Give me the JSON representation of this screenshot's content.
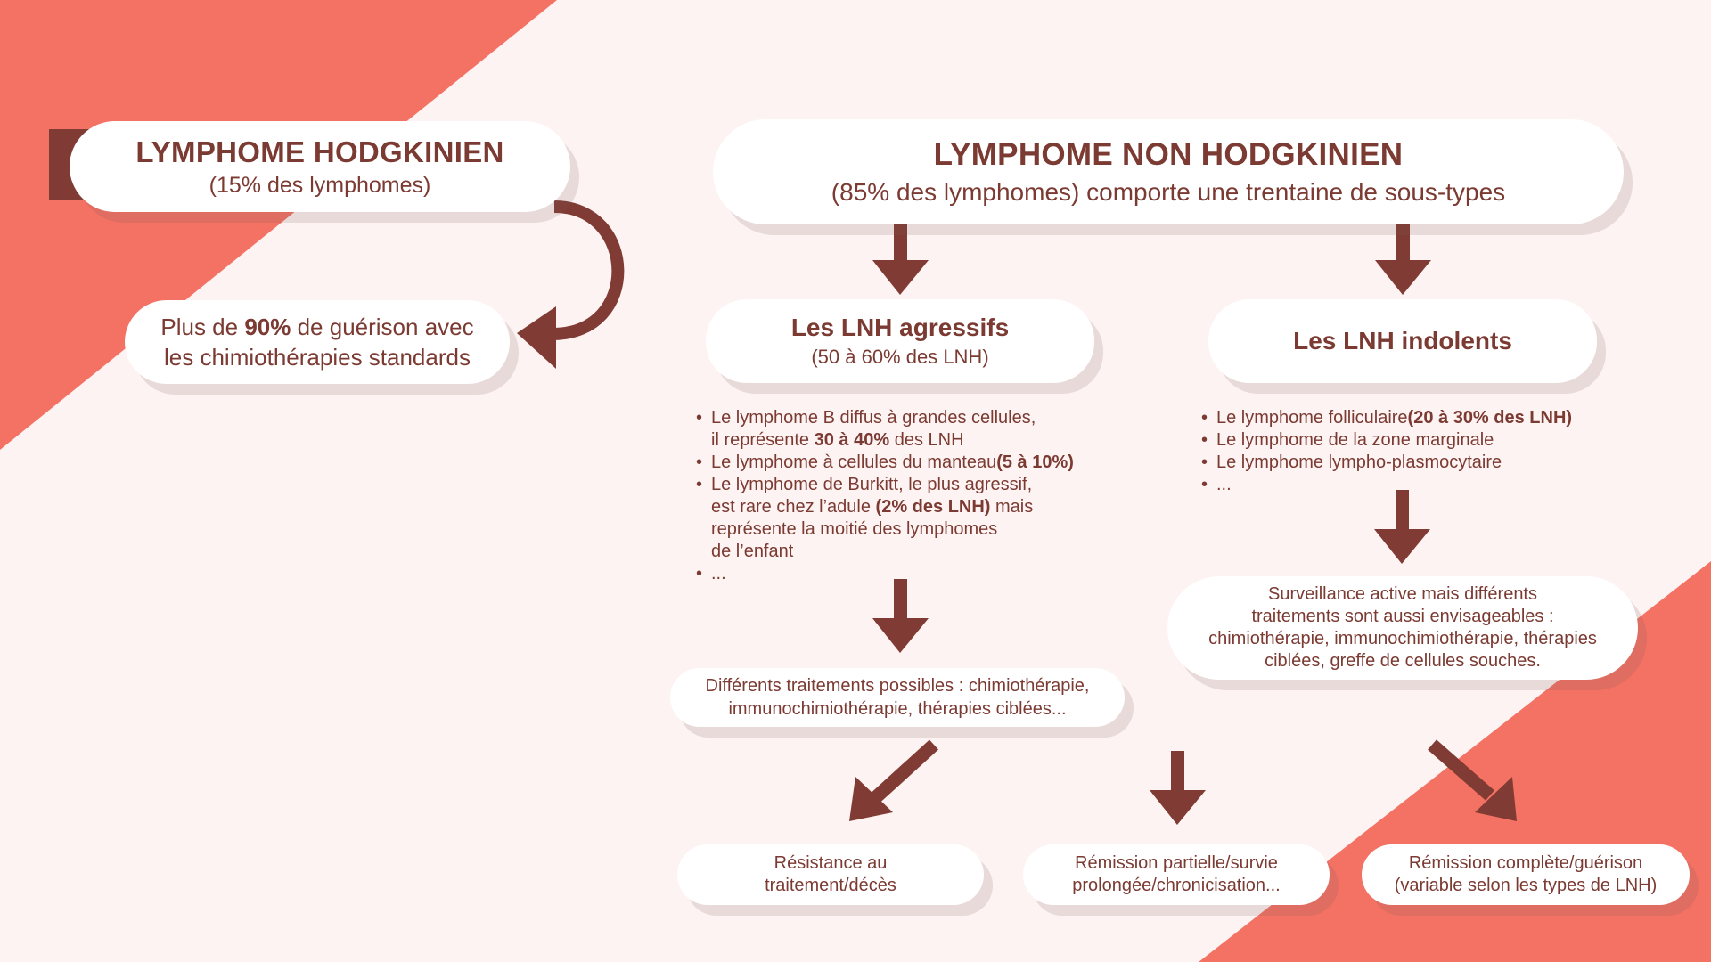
{
  "colors": {
    "background": "#fdf3f2",
    "accent_coral": "#f47264",
    "dark_brown": "#803c34",
    "text": "#7b3a32",
    "box": "#ffffff"
  },
  "hodgkin": {
    "title": "LYMPHOME HODGKINIEN",
    "subtitle": "(15% des lymphomes)",
    "cure_prefix": "Plus de ",
    "cure_percent": "90%",
    "cure_suffix_line1": " de guérison avec",
    "cure_line2": "les chimiothérapies standards"
  },
  "non_hodgkin": {
    "title": "LYMPHOME NON HODGKINIEN",
    "subtitle": "(85% des lymphomes) comporte une trentaine de sous-types"
  },
  "aggressive": {
    "title": "Les LNH agressifs",
    "subtitle": "(50 à 60% des LNH)",
    "items": [
      {
        "line1": "Le lymphome B diffus à grandes cellules,",
        "line2_pre": "il représente ",
        "line2_bold": "30 à 40%",
        "line2_post": " des LNH"
      },
      {
        "pre": "Le lymphome à cellules du manteau",
        "bold": "(5 à 10%)"
      },
      {
        "line1": "Le lymphome de Burkitt, le plus agressif,",
        "line2_pre": "est rare chez l’adule ",
        "line2_bold": "(2% des LNH)",
        "line2_post": " mais",
        "line3": "représente la moitié des lymphomes",
        "line4": "de l’enfant"
      },
      {
        "text": "..."
      }
    ],
    "treatment_line1": "Différents traitements possibles : chimiothérapie,",
    "treatment_line2": "immunochimiothérapie, thérapies ciblées..."
  },
  "indolent": {
    "title": "Les LNH indolents",
    "items": [
      {
        "pre": "Le lymphome folliculaire",
        "bold": "(20 à 30% des LNH)"
      },
      {
        "text": "Le lymphome de la zone marginale"
      },
      {
        "text": "Le lymphome lympho-plasmocytaire"
      },
      {
        "text": "..."
      }
    ],
    "treatment_line1": "Surveillance active mais différents",
    "treatment_line2": "traitements sont aussi envisageables :",
    "treatment_line3": "chimiothérapie, immunochimiothérapie, thérapies",
    "treatment_line4": "ciblées, greffe de cellules souches."
  },
  "outcomes": [
    {
      "line1": "Résistance au",
      "line2": "traitement/décès"
    },
    {
      "line1": "Rémission partielle/survie",
      "line2": "prolongée/chronicisation..."
    },
    {
      "line1": "Rémission complète/guérison",
      "line2": "(variable selon les types de LNH)"
    }
  ]
}
